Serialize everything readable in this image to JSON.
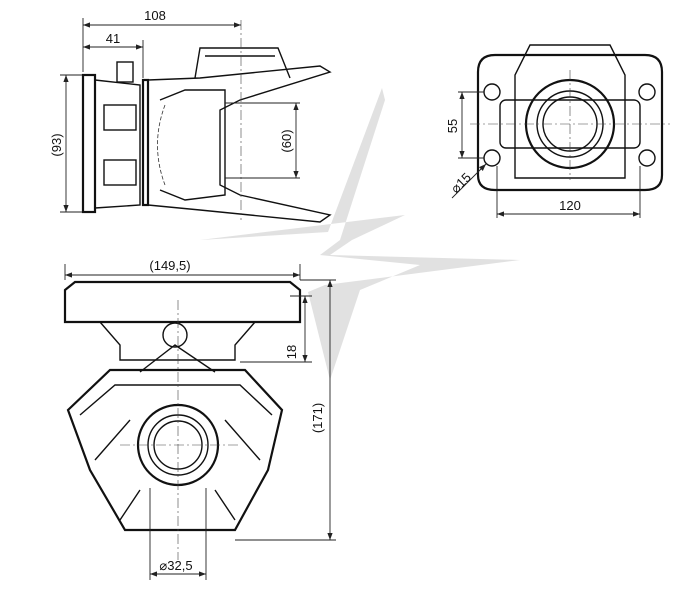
{
  "dimensions": {
    "side_view": {
      "overall_length": "108",
      "flange_depth": "41",
      "height": "(93)",
      "fork_opening": "(60)"
    },
    "plan_view": {
      "hole_spacing_vertical": "55",
      "hole_diameter": "⌀15",
      "hole_spacing_horizontal": "120"
    },
    "front_view": {
      "plate_width": "(149,5)",
      "plate_offset": "18",
      "overall_height": "(171)",
      "bore_diameter": "⌀32,5"
    }
  },
  "colors": {
    "line": "#111111",
    "watermark": "#d9d9d9"
  }
}
